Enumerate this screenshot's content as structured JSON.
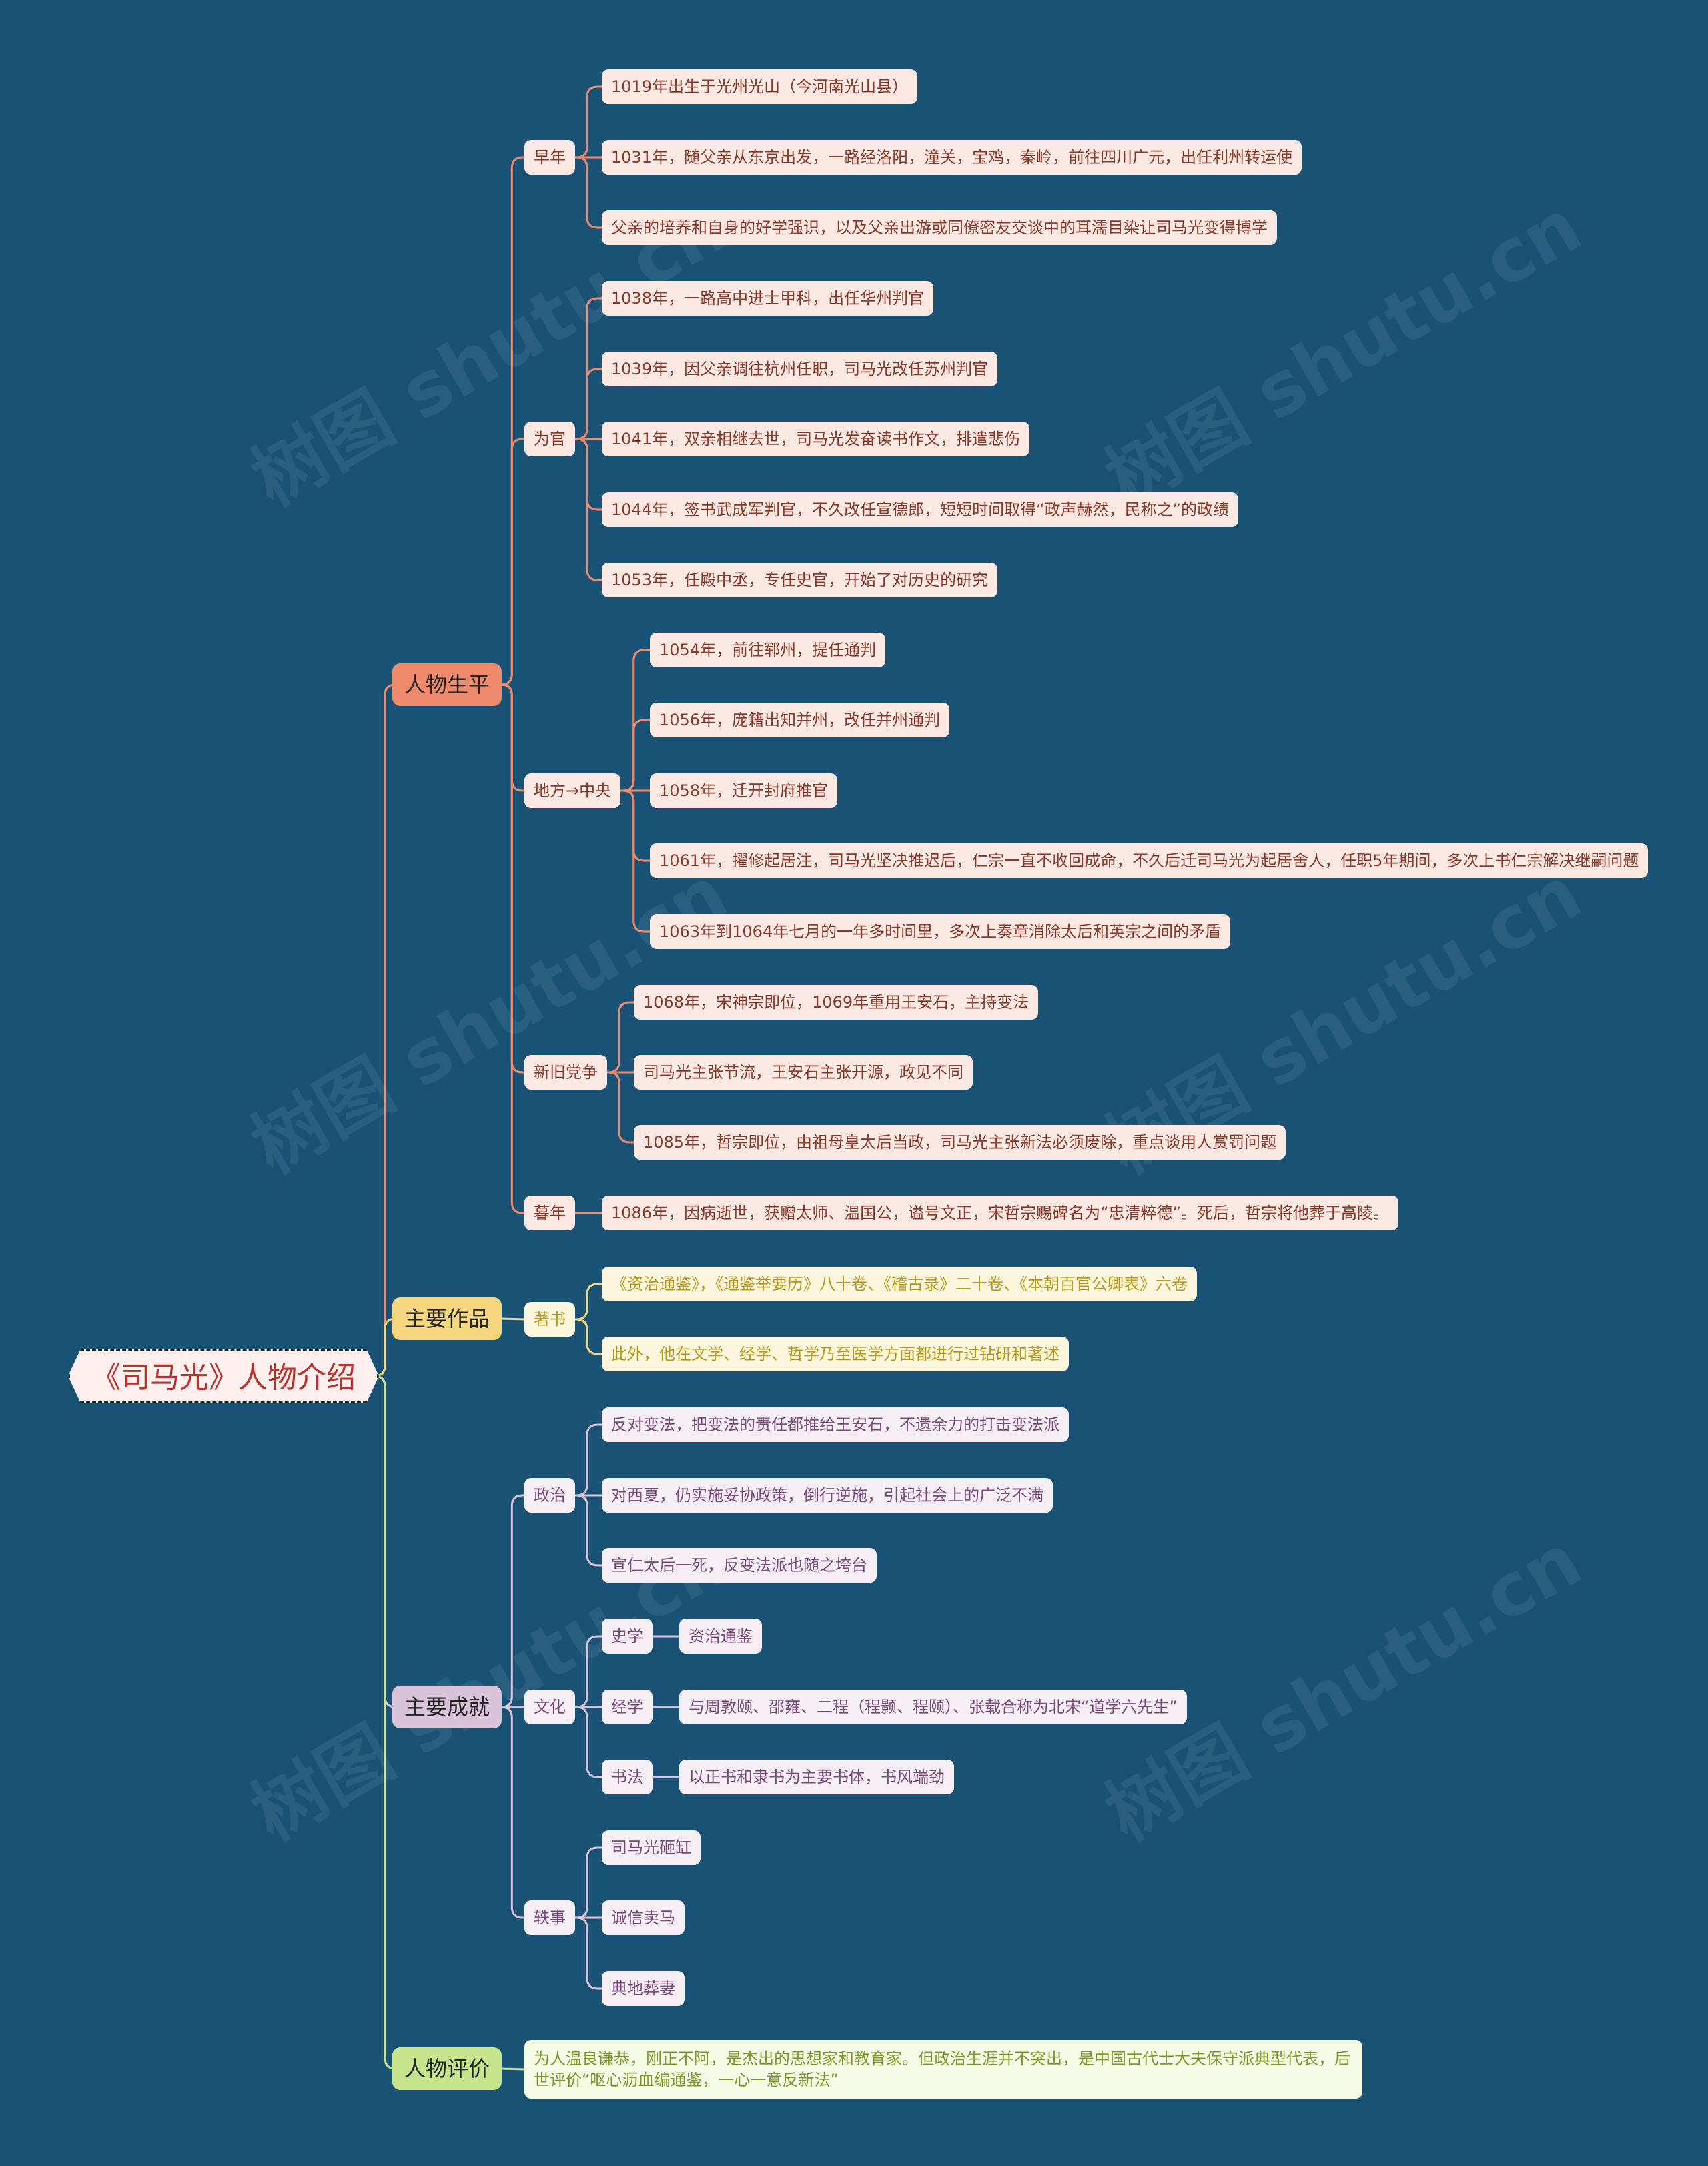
{
  "root": "《司马光》人物介绍",
  "watermark": "树图 shutu.cn",
  "colors": {
    "background": "#1a5276",
    "branch_life": "#f08a6c",
    "branch_works": "#f5d77e",
    "branch_achievements": "#d9c3d9",
    "branch_evaluation": "#c6e48b"
  },
  "branches": [
    {
      "label": "人物生平",
      "groups": [
        {
          "label": "早年",
          "items": [
            "1019年出生于光州光山（今河南光山县）",
            "1031年，随父亲从东京出发，一路经洛阳，潼关，宝鸡，秦岭，前往四川广元，出任利州转运使",
            "父亲的培养和自身的好学强识，以及父亲出游或同僚密友交谈中的耳濡目染让司马光变得博学"
          ]
        },
        {
          "label": "为官",
          "items": [
            "1038年，一路高中进士甲科，出任华州判官",
            "1039年，因父亲调往杭州任职，司马光改任苏州判官",
            "1041年，双亲相继去世，司马光发奋读书作文，排遣悲伤",
            "1044年，签书武成军判官，不久改任宣德郎，短短时间取得“政声赫然，民称之”的政绩",
            "1053年，任殿中丞，专任史官，开始了对历史的研究"
          ]
        },
        {
          "label": "地方→中央",
          "items": [
            "1054年，前往郓州，提任通判",
            "1056年，庞籍出知并州，改任并州通判",
            "1058年，迁开封府推官",
            "1061年，擢修起居注，司马光坚决推迟后，仁宗一直不收回成命，不久后迁司马光为起居舍人，任职5年期间，多次上书仁宗解决继嗣问题",
            "1063年到1064年七月的一年多时间里，多次上奏章消除太后和英宗之间的矛盾"
          ]
        },
        {
          "label": "新旧党争",
          "items": [
            "1068年，宋神宗即位，1069年重用王安石，主持变法",
            "司马光主张节流，王安石主张开源，政见不同",
            "1085年，哲宗即位，由祖母皇太后当政，司马光主张新法必须废除，重点谈用人赏罚问题"
          ]
        },
        {
          "label": "暮年",
          "items": [
            "1086年，因病逝世，获赠太师、温国公，谥号文正，宋哲宗赐碑名为“忠清粹德”。死后，哲宗将他葬于高陵。"
          ]
        }
      ]
    },
    {
      "label": "主要作品",
      "groups": [
        {
          "label": "著书",
          "items": [
            "《资治通鉴》，《通鉴举要历》八十卷、《稽古录》二十卷、《本朝百官公卿表》六卷",
            "此外，他在文学、经学、哲学乃至医学方面都进行过钻研和著述"
          ]
        }
      ]
    },
    {
      "label": "主要成就",
      "groups": [
        {
          "label": "政治",
          "items": [
            "反对变法，把变法的责任都推给王安石，不遗余力的打击变法派",
            "对西夏，仍实施妥协政策，倒行逆施，引起社会上的广泛不满",
            "宣仁太后一死，反变法派也随之垮台"
          ]
        },
        {
          "label": "文化",
          "subs": [
            {
              "label": "史学",
              "item": "资治通鉴"
            },
            {
              "label": "经学",
              "item": "与周敦颐、邵雍、二程（程颢、程颐）、张载合称为北宋“道学六先生”"
            },
            {
              "label": "书法",
              "item": "以正书和隶书为主要书体，书风端劲"
            }
          ]
        },
        {
          "label": "轶事",
          "items": [
            "司马光砸缸",
            "诚信卖马",
            "典地葬妻"
          ]
        }
      ]
    },
    {
      "label": "人物评价",
      "text": "为人温良谦恭，刚正不阿，是杰出的思想家和教育家。但政治生涯并不突出，是中国古代士大夫保守派典型代表，后世评价“呕心沥血编通鉴，一心一意反新法”"
    }
  ]
}
